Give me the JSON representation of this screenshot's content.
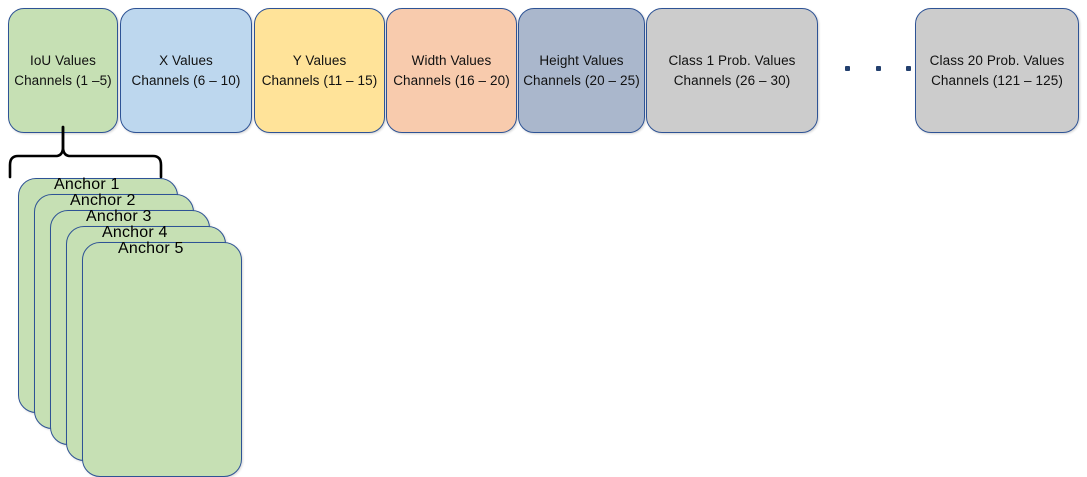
{
  "diagram": {
    "title": "YOLO output tensor channel layout",
    "colors": {
      "iou": "#c6e0b4",
      "x": "#bdd7ee",
      "y": "#ffe399",
      "width": "#f8cbad",
      "height": "#aab7cc",
      "class": "#cccccc",
      "border": "#2e5395",
      "text": "#111111"
    },
    "channel_blocks": [
      {
        "name": "iou",
        "line1": "IoU Values",
        "line2": "Channels (1 –5)"
      },
      {
        "name": "x",
        "line1": "X Values",
        "line2": "Channels (6 – 10)"
      },
      {
        "name": "y",
        "line1": "Y Values",
        "line2": "Channels (11 – 15)"
      },
      {
        "name": "width",
        "line1": "Width Values",
        "line2": "Channels (16 – 20)"
      },
      {
        "name": "height",
        "line1": "Height Values",
        "line2": "Channels (20 – 25)"
      },
      {
        "name": "class1",
        "line1": "Class 1 Prob. Values",
        "line2": "Channels (26 – 30)"
      },
      {
        "name": "class20",
        "line1": "Class 20 Prob. Values",
        "line2": "Channels (121 – 125)"
      }
    ],
    "ellipsis": "• • •",
    "anchors": [
      {
        "label": "Anchor 1"
      },
      {
        "label": "Anchor 2"
      },
      {
        "label": "Anchor 3"
      },
      {
        "label": "Anchor 4"
      },
      {
        "label": "Anchor 5"
      }
    ]
  }
}
